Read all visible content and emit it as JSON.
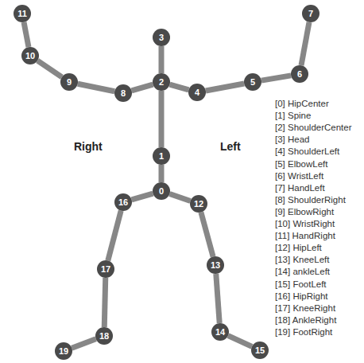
{
  "diagram": {
    "nodes": [
      {
        "text": [
          "0"
        ]
      },
      {
        "text": [
          "1"
        ]
      },
      {
        "text": [
          "2"
        ]
      },
      {
        "text": [
          "3"
        ]
      },
      {
        "text": [
          "4"
        ]
      },
      {
        "text": [
          "5"
        ]
      },
      {
        "text": [
          "6"
        ]
      },
      {
        "text": [
          "7"
        ]
      },
      {
        "text": [
          "8"
        ]
      },
      {
        "text": [
          "9"
        ]
      },
      {
        "text": [
          "10"
        ]
      },
      {
        "text": [
          "11"
        ]
      },
      {
        "text": [
          "12"
        ]
      },
      {
        "text": [
          "13"
        ]
      },
      {
        "text": [
          "14"
        ]
      },
      {
        "text": [
          "15"
        ]
      },
      {
        "text": [
          "16"
        ]
      },
      {
        "text": [
          "17"
        ]
      },
      {
        "text": [
          "18"
        ]
      },
      {
        "text": [
          "19"
        ]
      }
    ],
    "edges": [
      {
        "from": 0,
        "to": 1,
        "arrow": "none"
      },
      {
        "from": 1,
        "to": 2,
        "arrow": "none"
      },
      {
        "from": 2,
        "to": 3,
        "arrow": "none"
      },
      {
        "from": 2,
        "to": 4,
        "arrow": "none"
      },
      {
        "from": 4,
        "to": 5,
        "arrow": "none"
      },
      {
        "from": 5,
        "to": 6,
        "arrow": "none"
      },
      {
        "from": 6,
        "to": 7,
        "arrow": "none"
      },
      {
        "from": 2,
        "to": 8,
        "arrow": "none"
      },
      {
        "from": 8,
        "to": 9,
        "arrow": "none"
      },
      {
        "from": 9,
        "to": 10,
        "arrow": "none"
      },
      {
        "from": 10,
        "to": 11,
        "arrow": "none"
      },
      {
        "from": 0,
        "to": 12,
        "arrow": "none"
      },
      {
        "from": 12,
        "to": 13,
        "arrow": "none"
      },
      {
        "from": 13,
        "to": 14,
        "arrow": "none"
      },
      {
        "from": 14,
        "to": 15,
        "arrow": "none"
      },
      {
        "from": 0,
        "to": 16,
        "arrow": "none"
      },
      {
        "from": 16,
        "to": 17,
        "arrow": "none"
      },
      {
        "from": 17,
        "to": 18,
        "arrow": "none"
      },
      {
        "from": 18,
        "to": 19,
        "arrow": "none"
      }
    ],
    "labels": [
      "Right",
      "Left",
      "[0] HipCenter",
      "[1] Spine",
      "[2] ShoulderCenter",
      "[3] Head",
      "[4] ShoulderLeft",
      "[5] ElbowLeft",
      "[6] WristLeft",
      "[7] HandLeft",
      "[8] ShoulderRight",
      "[9] ElbowRight",
      "[10] WristRight",
      "[11] HandRight",
      "[12] HipLeft",
      "[13] KneeLeft",
      "[14] ankleLeft",
      "[15] FootLeft",
      "[16] HipRight",
      "[17] KneeRight",
      "[18] AnkleRight",
      "[19] FootRight"
    ]
  }
}
